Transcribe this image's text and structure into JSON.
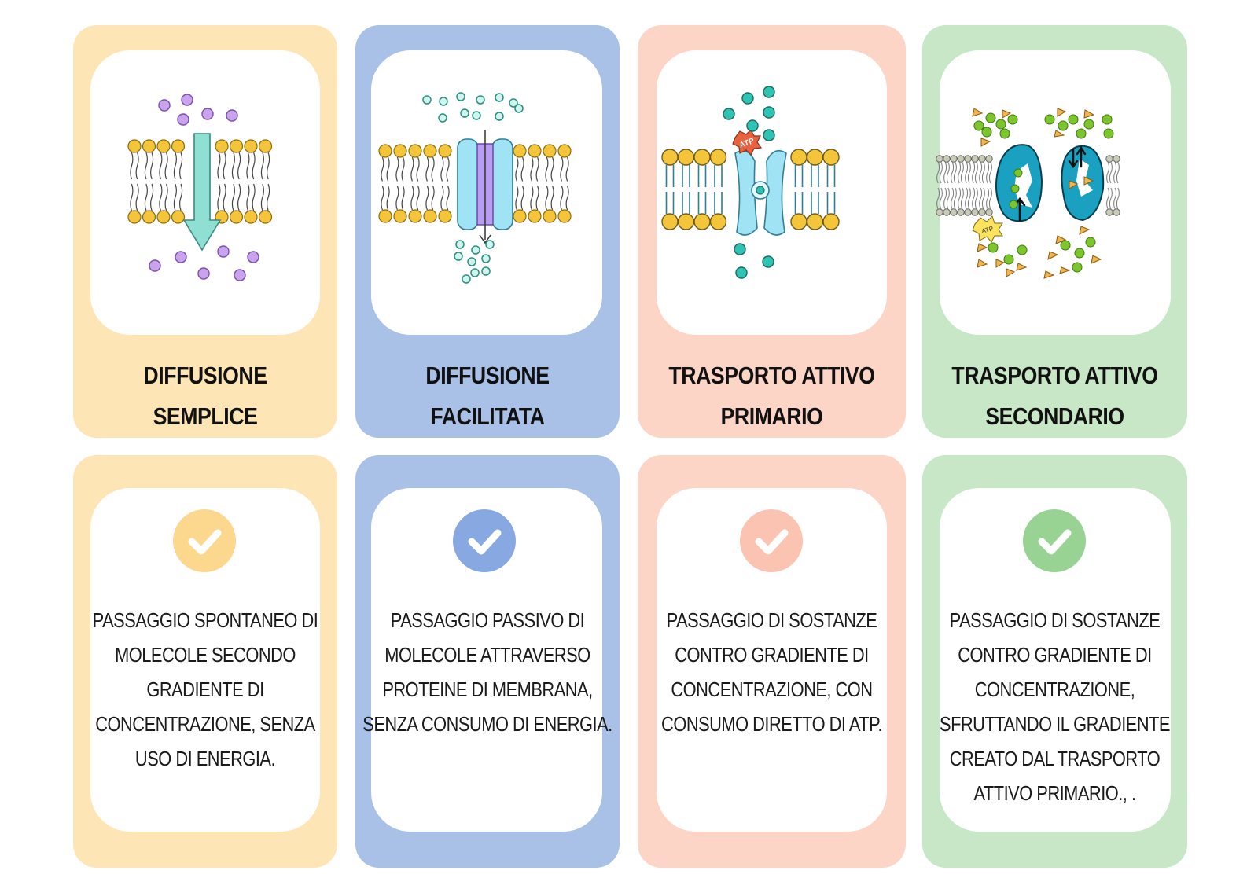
{
  "colors": {
    "yellow_card": "#fde5b5",
    "blue_card": "#a9c0e7",
    "pink_card": "#fcd5c7",
    "green_card": "#c7e7c6",
    "yellow_check": "#fcd88f",
    "blue_check": "#87a8e0",
    "pink_check": "#fbc4b2",
    "green_check": "#98d394"
  },
  "cards": [
    {
      "title_lines": [
        "DIFFUSIONE",
        "SEMPLICE"
      ],
      "illustration": "simple-diffusion-membrane",
      "icon": "check-icon",
      "desc_lines": [
        "PASSAGGIO SPONTANEO DI",
        "MOLECOLE SECONDO",
        "GRADIENTE DI",
        "CONCENTRAZIONE, SENZA",
        "USO DI ENERGIA."
      ]
    },
    {
      "title_lines": [
        "DIFFUSIONE",
        "FACILITATA"
      ],
      "illustration": "facilitated-diffusion-channel",
      "icon": "check-icon",
      "desc_lines": [
        "PASSAGGIO PASSIVO DI",
        "MOLECOLE ATTRAVERSO",
        "PROTEINE DI MEMBRANA,",
        "SENZA CONSUMO DI ENERGIA."
      ]
    },
    {
      "title_lines": [
        "TRASPORTO ATTIVO",
        "PRIMARIO"
      ],
      "illustration": "primary-active-transport-pump",
      "atp_label": "ATP",
      "icon": "check-icon",
      "desc_lines": [
        "PASSAGGIO DI SOSTANZE",
        "CONTRO GRADIENTE DI",
        "CONCENTRAZIONE, CON",
        "CONSUMO DIRETTO DI ATP."
      ]
    },
    {
      "title_lines": [
        "TRASPORTO ATTIVO",
        "SECONDARIO"
      ],
      "illustration": "secondary-active-transport-cotransporter",
      "atp_label": "ATP",
      "icon": "check-icon",
      "desc_lines": [
        "PASSAGGIO DI SOSTANZE",
        "CONTRO GRADIENTE DI",
        "CONCENTRAZIONE,",
        "SFRUTTANDO IL GRADIENTE",
        "CREATO DAL TRASPORTO",
        "ATTIVO PRIMARIO., ."
      ]
    }
  ]
}
